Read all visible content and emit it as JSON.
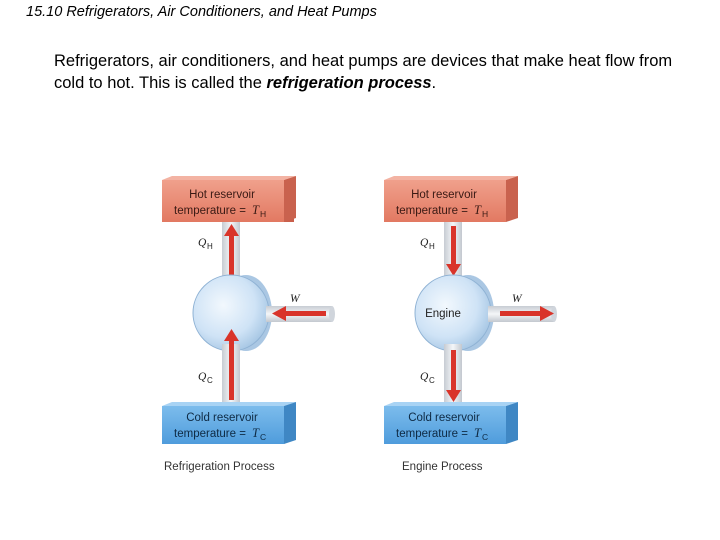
{
  "slide": {
    "number": "15.10",
    "title": "Refrigerators, Air Conditioners, and Heat Pumps"
  },
  "intro": {
    "part1": "Refrigerators, air conditioners, and heat pumps are devices that make heat flow from cold to hot.  This is called the ",
    "emphasis": "refrigeration process",
    "part2": "."
  },
  "diagrams": {
    "refrigeration": {
      "hot_line1": "Hot reservoir",
      "hot_line2": "temperature = ",
      "hot_T": "T",
      "hot_sub": "H",
      "qh": "Q",
      "qh_sub": "H",
      "w": "W",
      "qc": "Q",
      "qc_sub": "C",
      "cold_line1": "Cold reservoir",
      "cold_line2": "temperature = ",
      "cold_T": "T",
      "cold_sub": "C",
      "engine_label": "",
      "caption": "Refrigeration Process"
    },
    "engine": {
      "hot_line1": "Hot reservoir",
      "hot_line2": "temperature = ",
      "hot_T": "T",
      "hot_sub": "H",
      "qh": "Q",
      "qh_sub": "H",
      "w": "W",
      "qc": "Q",
      "qc_sub": "C",
      "cold_line1": "Cold reservoir",
      "cold_line2": "temperature = ",
      "cold_T": "T",
      "cold_sub": "C",
      "engine_label": "Engine",
      "caption": "Engine Process"
    }
  },
  "colors": {
    "hot_reservoir": "#e8806a",
    "cold_reservoir": "#5ea9e3",
    "arrow": "#d9342a",
    "pipe": "#dfe4ea",
    "engine_disk": "#cfe3f6"
  }
}
